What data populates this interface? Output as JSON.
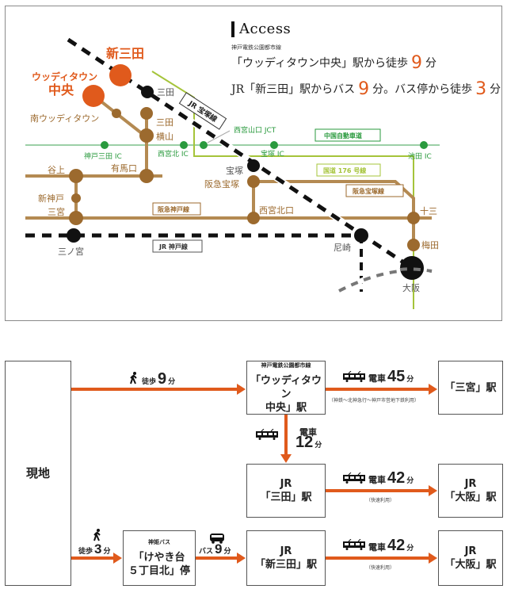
{
  "access": {
    "title": "Access",
    "line_sub": "神戸電鉄公園都市線",
    "line1_pre": "「ウッディタウン中央」駅から徒歩",
    "line1_num": "9",
    "line1_unit": "分",
    "line2_pre": "JR「新三田」駅からバス",
    "line2_num": "9",
    "line2_mid": "分。バス停から徒歩",
    "line2_num2": "3",
    "line2_unit": "分"
  },
  "map": {
    "highlight_stations": {
      "shinsanda": "新三田",
      "woody_town_1": "ウッディタウン",
      "woody_town_2": "中央"
    },
    "stations": {
      "sanda": "三田",
      "minami_woody": "南ウッディタウン",
      "sanda_yokoyama_1": "三田",
      "sanda_yokoyama_2": "横山",
      "arimaguchi": "有馬口",
      "tanigami": "谷上",
      "shinkobe": "新神戸",
      "sannomiya_hankyu": "三宮",
      "sannomiya_jr": "三ノ宮",
      "takarazuka": "宝塚",
      "hankyu_takarazuka": "阪急宝塚",
      "nishinomiya_kitaguchi": "西宮北口",
      "amagasaki": "尼崎",
      "juso": "十三",
      "umeda": "梅田",
      "osaka": "大阪"
    },
    "interchanges": {
      "kobe_sanda_ic": "神戸三田 IC",
      "nishinomiya_kita_ic": "西宮北 IC",
      "nishinomiya_yamaguchi_jct": "西宮山口 JCT",
      "takarazuka_ic": "宝塚 IC",
      "ikeda_ic": "池田 IC"
    },
    "line_labels": {
      "jr_takarazuka": "JR 宝塚線",
      "chugoku_expressway": "中国自動車道",
      "route176": "国道 176 号線",
      "hankyu_takarazuka": "阪急宝塚線",
      "hankyu_kobe": "阪急神戸線",
      "jr_kobe": "JR 神戸線"
    },
    "colors": {
      "highlight": "#e05a1c",
      "private_rail": "#9c6a2e",
      "expressway": "#2a9a3e",
      "route": "#a5c43a",
      "jr": "#111111"
    }
  },
  "flow": {
    "origin": "現地",
    "boxes": {
      "woody": {
        "sub": "神戸電鉄公園都市線",
        "line1": "「ウッディタウン",
        "line2": "中央」駅"
      },
      "sannomiya": {
        "line1": "「三宮」駅"
      },
      "sanda": {
        "line1": "JR",
        "line2": "「三田」駅"
      },
      "osaka1": {
        "line1": "JR",
        "line2": "「大阪」駅"
      },
      "keyakidai": {
        "sub": "神姫バス",
        "line1": "「けやき台",
        "line2": "５丁目北」停"
      },
      "shinsanda": {
        "line1": "JR",
        "line2": "「新三田」駅"
      },
      "osaka2": {
        "line1": "JR",
        "line2": "「大阪」駅"
      }
    },
    "legs": {
      "walk9": {
        "kind": "徒歩",
        "num": "9",
        "unit": "分"
      },
      "train45": {
        "kind": "電車",
        "num": "45",
        "unit": "分",
        "note": "（神鉄～北神急行～神戸市営地下鉄利用）"
      },
      "train12": {
        "kind": "電車",
        "num": "12",
        "unit": "分"
      },
      "train42a": {
        "kind": "電車",
        "num": "42",
        "unit": "分",
        "note": "（快速利用）"
      },
      "walk3": {
        "kind": "徒歩",
        "num": "3",
        "unit": "分"
      },
      "bus9": {
        "kind": "バス",
        "num": "9",
        "unit": "分"
      },
      "train42b": {
        "kind": "電車",
        "num": "42",
        "unit": "分",
        "note": "（快速利用）"
      }
    },
    "arrow_color": "#e05a1c"
  }
}
